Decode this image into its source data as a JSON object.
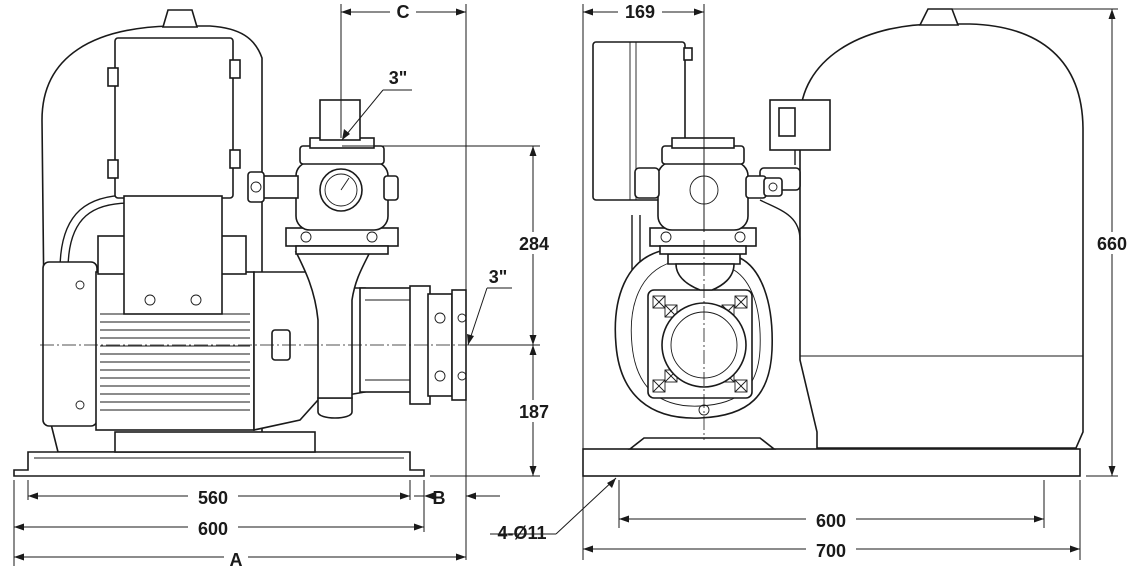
{
  "labels": {
    "dim_c": "C",
    "dim_a": "A",
    "dim_b": "B",
    "dim_169": "169",
    "dim_560": "560",
    "dim_600_front": "600",
    "dim_600_side": "600",
    "dim_700": "700",
    "dim_284": "284",
    "dim_187": "187",
    "dim_660": "660",
    "pipe_top": "3\"",
    "pipe_side": "3\"",
    "holes": "4-Ø11"
  }
}
